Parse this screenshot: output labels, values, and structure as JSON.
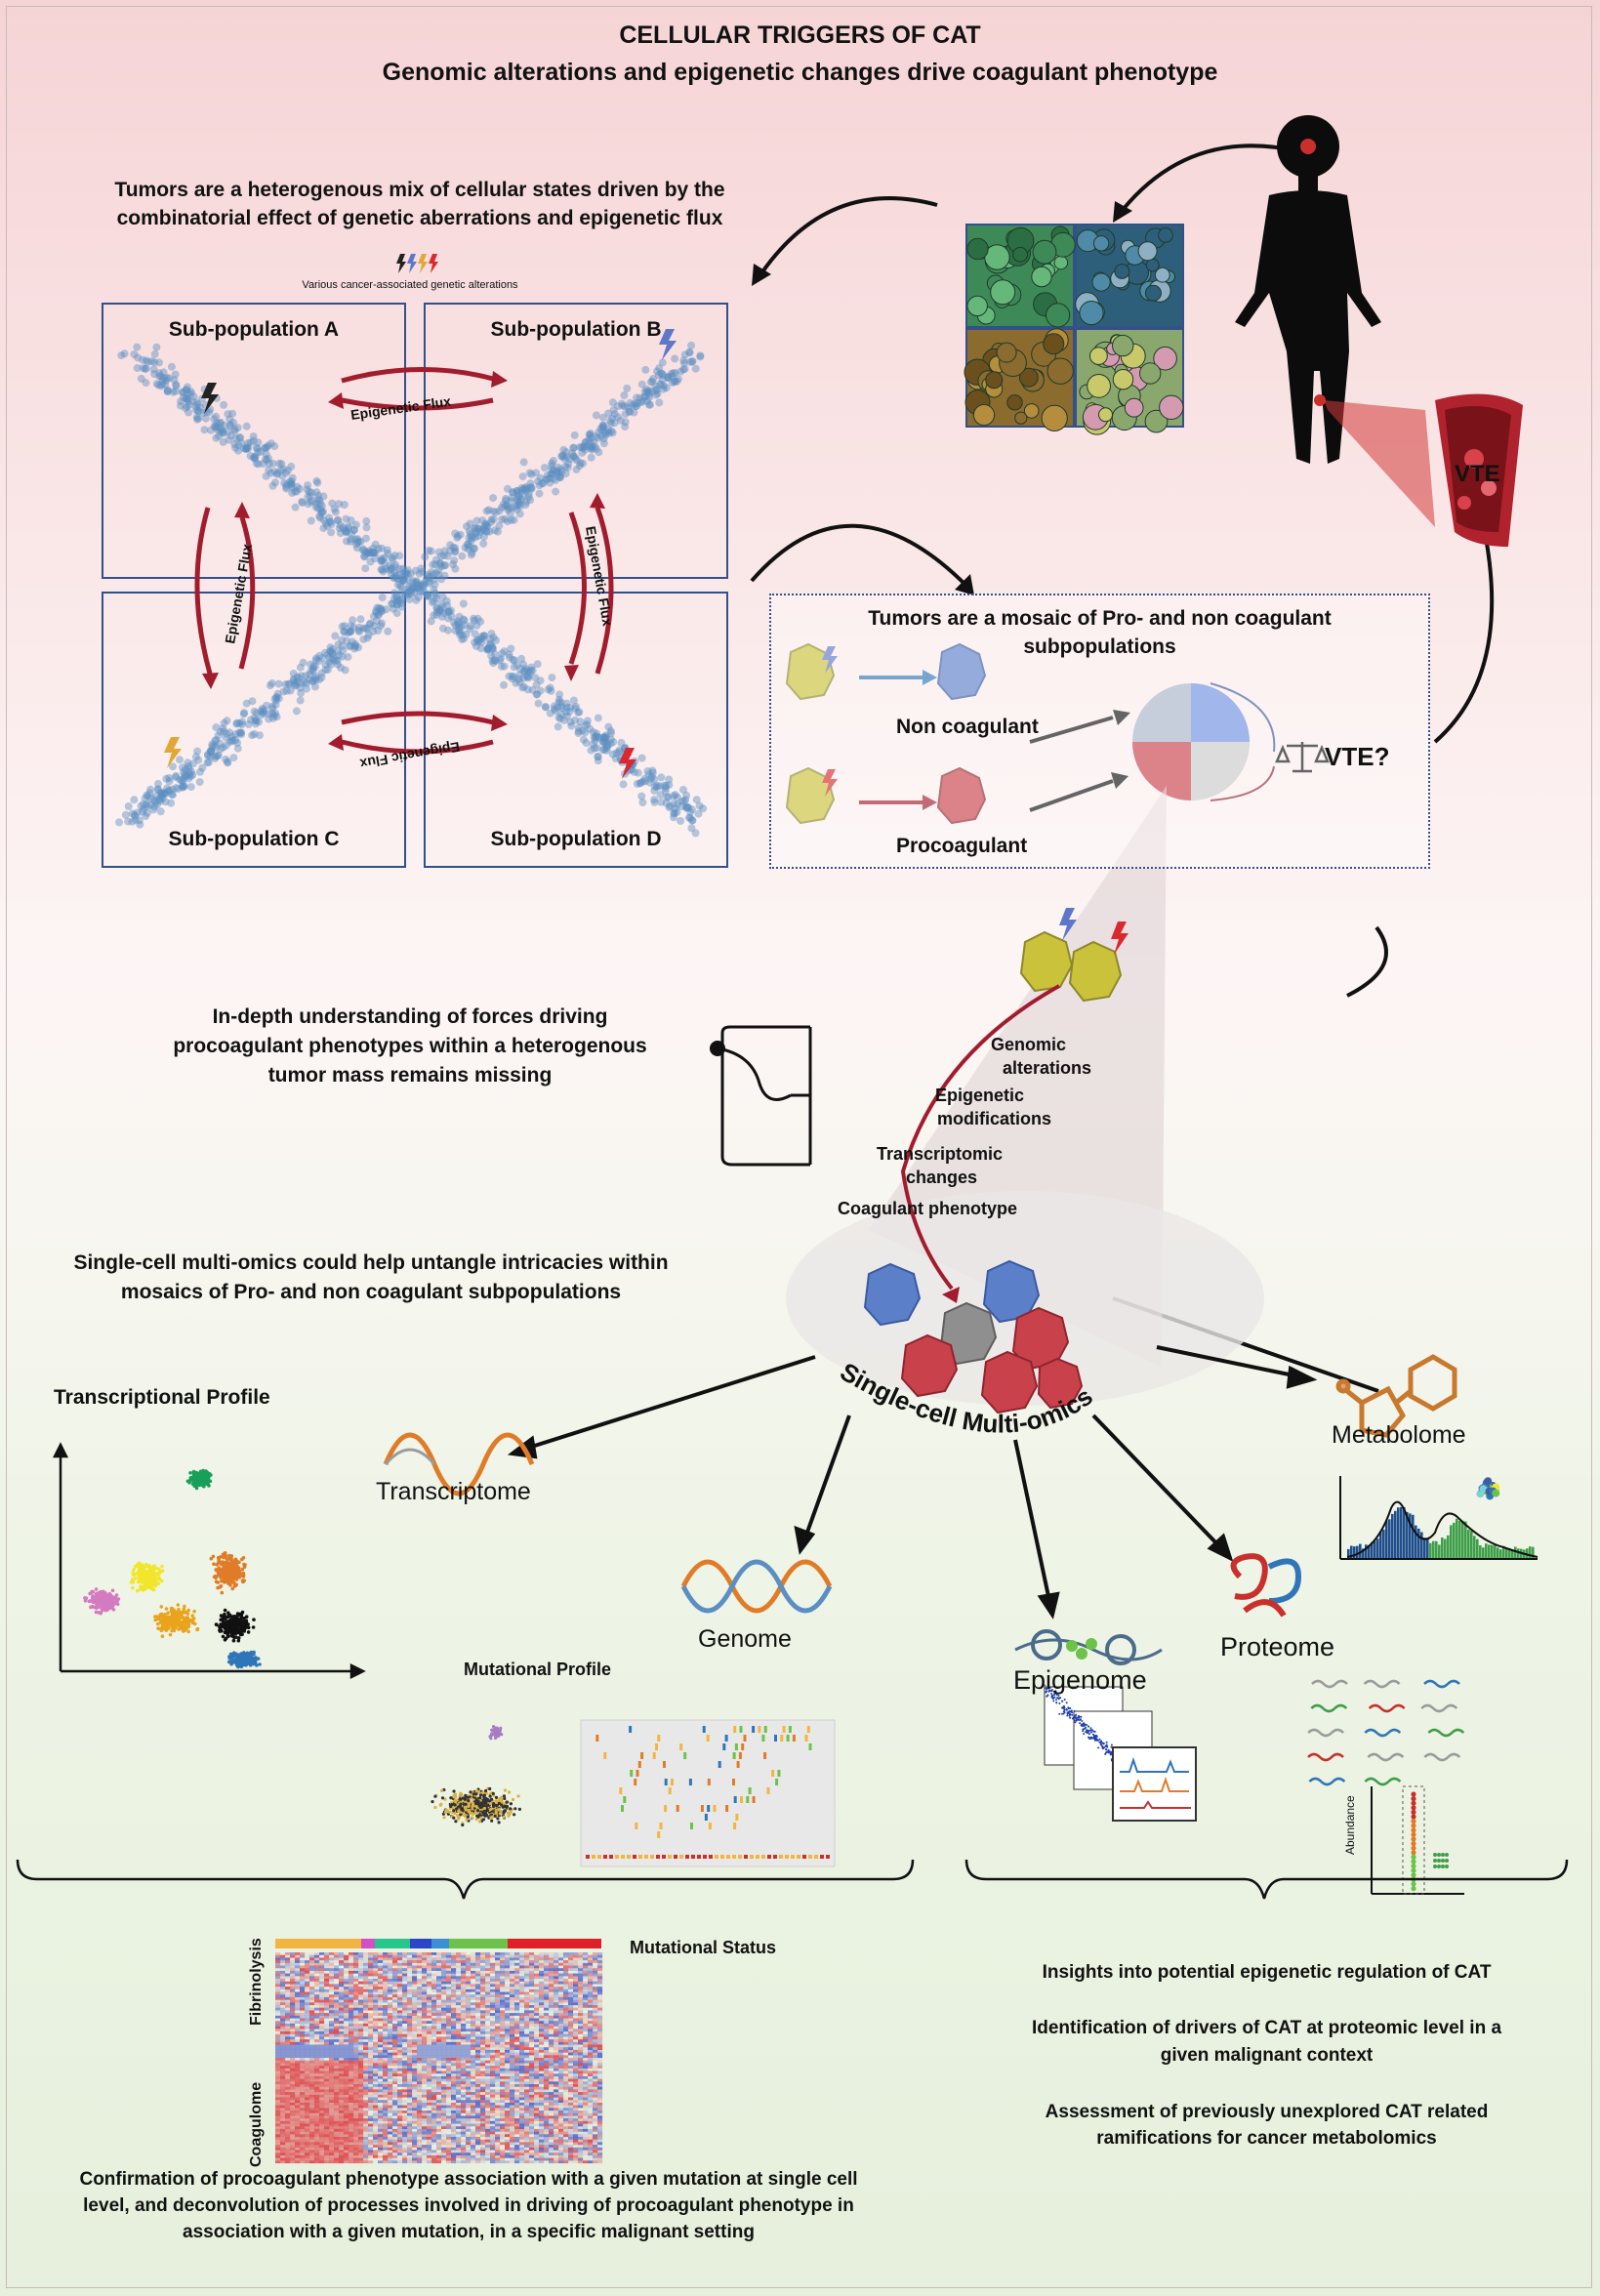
{
  "header": {
    "title": "CELLULAR TRIGGERS OF CAT",
    "subtitle": "Genomic alterations and epigenetic changes drive coagulant phenotype"
  },
  "tumor_heterogeneity": {
    "caption_line1": "Tumors are a heterogenous mix of cellular states driven by the",
    "caption_line2": "combinatorial effect of genetic aberrations and epigenetic flux",
    "alterations_note": "Various cancer-associated genetic alterations",
    "quadrants": [
      "Sub-population A",
      "Sub-population B",
      "Sub-population C",
      "Sub-population D"
    ],
    "flux_label": "Epigenetic Flux"
  },
  "vte": {
    "label": "VTE",
    "question": "VTE?"
  },
  "mosaic": {
    "title_line1": "Tumors are a mosaic  of Pro- and non coagulant",
    "title_line2": "subpopulations",
    "non_coagulant": "Non coagulant",
    "procoagulant": "Procoagulant"
  },
  "gap": {
    "line1": "In-depth understanding of forces driving",
    "line2": "procoagulant phenotypes within a heterogenous",
    "line3": "tumor mass remains missing",
    "layers": [
      [
        "Genomic",
        "alterations"
      ],
      [
        "Epigenetic",
        "modifications"
      ],
      [
        "Transcriptomic",
        "changes"
      ],
      [
        "Coagulant phenotype"
      ]
    ]
  },
  "single_cell": {
    "caption_line1": "Single-cell multi-omics could help untangle intricacies within",
    "caption_line2": "mosaics  of Pro- and non coagulant subpopulations",
    "hub_label": "Single-cell Multi-omics",
    "omics": {
      "transcriptome": "Transcriptome",
      "genome": "Genome",
      "epigenome": "Epigenome",
      "proteome": "Proteome",
      "metabolome": "Metabolome"
    },
    "transcriptional_profile": "Transcriptional Profile",
    "mutational_profile": "Mutational Profile",
    "abundance": "Abundance"
  },
  "heatmap": {
    "mutational_status": "Mutational Status",
    "row_group_1": "Fibrinolysis",
    "row_group_2": "Coagulome"
  },
  "outcomes": {
    "left_line1": "Confirmation of procoagulant phenotype association with a given mutation at single cell",
    "left_line2": "level, and deconvolution of processes involved in driving of procoagulant phenotype in",
    "left_line3": "association with a given mutation, in a specific malignant setting",
    "right_1": "Insights into potential epigenetic regulation of CAT",
    "right_2_line1": "Identification of drivers of CAT at proteomic level in a",
    "right_2_line2": "given malignant context",
    "right_3_line1": "Assessment of previously unexplored CAT related",
    "right_3_line2": "ramifications for cancer metabolomics"
  },
  "colors": {
    "box_border": "#34508a",
    "scatter": "#5b8fc2",
    "flux_arrow": "#a11d2e",
    "non_coagulant_cell": "#5b7fc9",
    "procoagulant_cell": "#c9414b",
    "precursor_cell": "#c9c23a"
  }
}
